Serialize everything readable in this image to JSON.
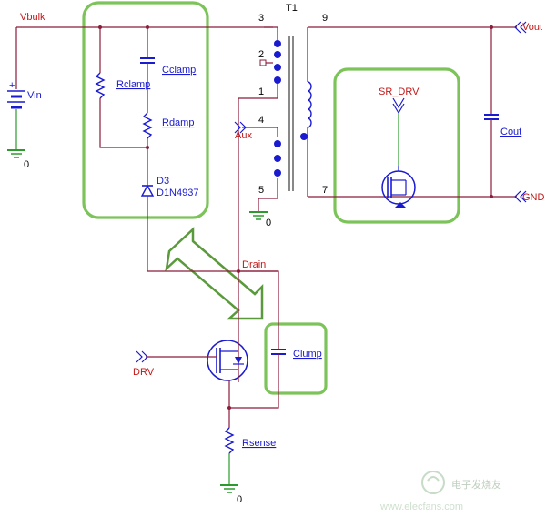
{
  "title": "T1",
  "nets": {
    "vbulk": "Vbulk",
    "vout": "Vout",
    "gnd": "GND",
    "aux": "Aux",
    "drain": "Drain",
    "drv": "DRV",
    "sr_drv": "SR_DRV"
  },
  "components": {
    "vin": "Vin",
    "rclamp": "Rclamp",
    "cclamp": "Cclamp",
    "rdamp": "Rdamp",
    "d3_ref": "D3",
    "d3_part": "D1N4937",
    "cout": "Cout",
    "clump": "Clump",
    "rsense": "Rsense"
  },
  "pins": {
    "p1": "1",
    "p2": "2",
    "p3": "3",
    "p4": "4",
    "p5": "5",
    "p7": "7",
    "p9": "9"
  },
  "grounds": {
    "g1": "0",
    "g2": "0",
    "g3": "0"
  },
  "watermark": "电子发烧友",
  "watermark_url": "www.elecfans.com"
}
